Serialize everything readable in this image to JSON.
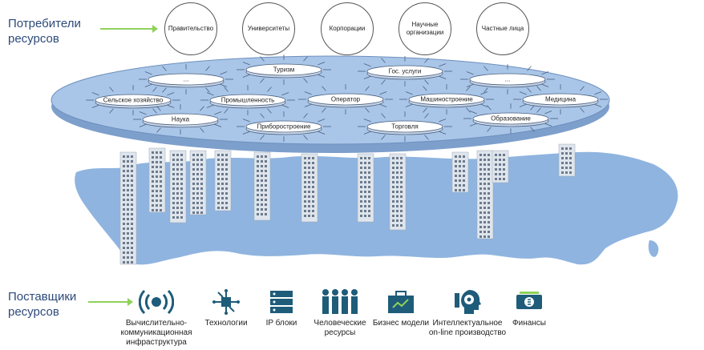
{
  "consumers_label": [
    "Потребители",
    "ресурсов"
  ],
  "suppliers_label": [
    "Поставщики",
    "ресурсов"
  ],
  "consumers": [
    "Правительство",
    "Университеты",
    "Корпорации",
    "Научные организации",
    "Частные лица"
  ],
  "sectors": {
    "s1": "...",
    "s2": "Туризм",
    "s3": "Гос. услуги",
    "s4": "...",
    "s5": "Сельское хозяйство",
    "s6": "Промышленность",
    "s7": "Оператор",
    "s8": "Машиностроение",
    "s9": "Медицина",
    "s10": "Наука",
    "s11": "Приборостроение",
    "s12": "Торговля",
    "s13": "Образование"
  },
  "suppliers": [
    {
      "icon": "broadcast-icon",
      "label": "Вычислительно-коммуникационная инфраструктура"
    },
    {
      "icon": "circuit-icon",
      "label": "Технологии"
    },
    {
      "icon": "server-icon",
      "label": "IP блоки"
    },
    {
      "icon": "people-icon",
      "label": "Человеческие ресурсы"
    },
    {
      "icon": "briefcase-icon",
      "label": "Бизнес модели"
    },
    {
      "icon": "head-gear-icon",
      "label": "Интеллектуальное on-line производство"
    },
    {
      "icon": "money-icon",
      "label": "Финансы"
    }
  ],
  "colors": {
    "platform": "#a9c6e8",
    "map": "#8fb4df",
    "arrow": "#8fd15a",
    "label": "#2e4a7a",
    "icon": "#1e5c7a"
  }
}
